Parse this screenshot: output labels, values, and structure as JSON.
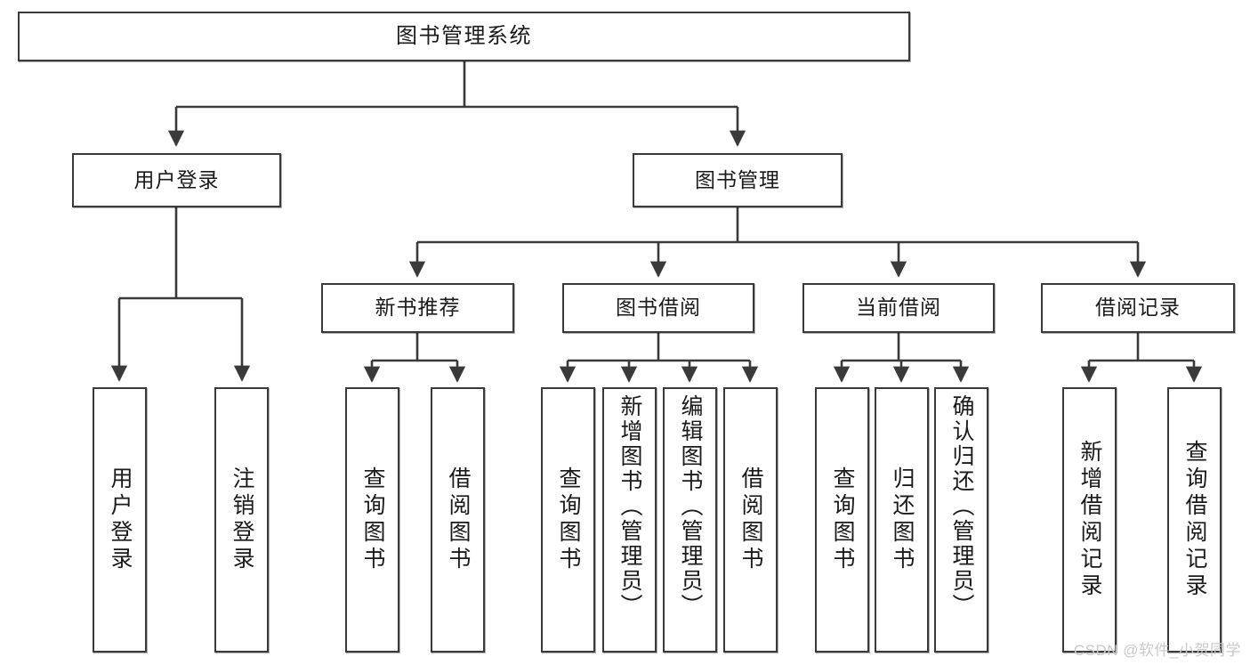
{
  "diagram": {
    "type": "tree",
    "title": "图书管理系统",
    "orientation": "top-down",
    "colors": {
      "box_border": "#3a3a3a",
      "box_fill": "#ffffff",
      "connector": "#3a3a3a",
      "text": "#1a1a1a",
      "watermark": "#c9c9c9"
    },
    "root": {
      "label": "图书管理系统",
      "children": [
        {
          "label": "用户登录",
          "children": [
            {
              "label": "用户登录"
            },
            {
              "label": "注销登录"
            }
          ]
        },
        {
          "label": "图书管理",
          "children": [
            {
              "label": "新书推荐",
              "children": [
                {
                  "label": "查询图书"
                },
                {
                  "label": "借阅图书"
                }
              ]
            },
            {
              "label": "图书借阅",
              "children": [
                {
                  "label": "查询图书"
                },
                {
                  "label": "新增图书（管理员）"
                },
                {
                  "label": "编辑图书（管理员）"
                },
                {
                  "label": "借阅图书"
                }
              ]
            },
            {
              "label": "当前借阅",
              "children": [
                {
                  "label": "查询图书"
                },
                {
                  "label": "归还图书"
                },
                {
                  "label": "确认归还（管理员）"
                }
              ]
            },
            {
              "label": "借阅记录",
              "children": [
                {
                  "label": "新增借阅记录"
                },
                {
                  "label": "查询借阅记录"
                }
              ]
            }
          ]
        }
      ]
    }
  },
  "watermark": {
    "text": "CSDN @软件_小贺同学"
  }
}
